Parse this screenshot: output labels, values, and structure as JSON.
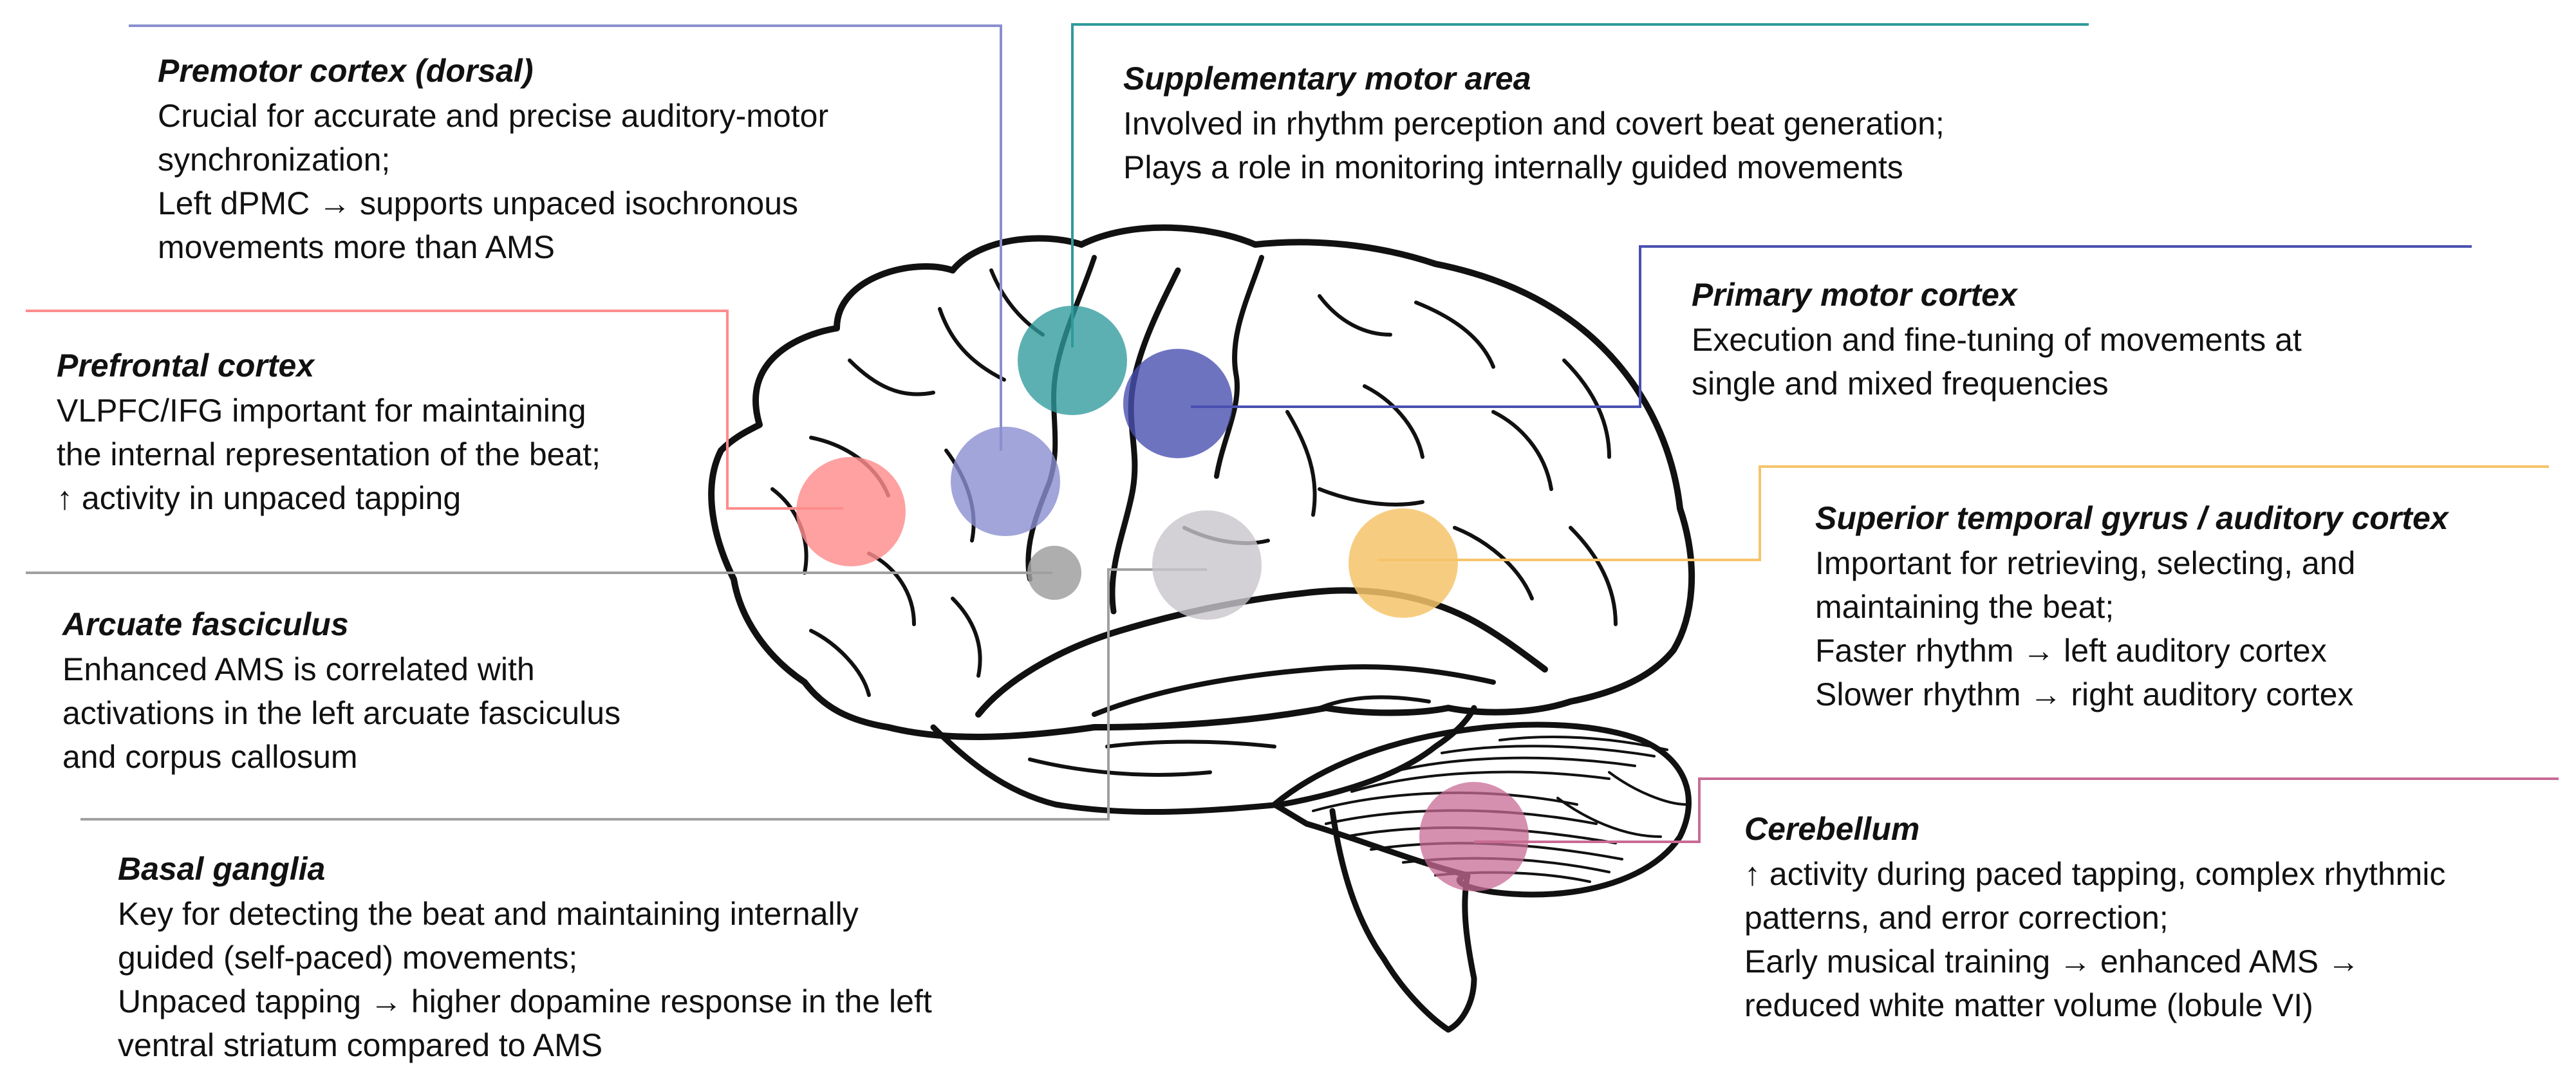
{
  "colors": {
    "premotor": "#8a8fcf",
    "sma": "#2f9a9c",
    "primary_motor": "#4a50b0",
    "prefrontal": "#ff8c8c",
    "superior_temporal": "#f5c46a",
    "arcuate": "#a0a0a0",
    "basal_ganglia": "#c9c5cc",
    "cerebellum": "#c86b94",
    "brain_outline": "#111111"
  },
  "regions": {
    "premotor": {
      "title": "Premotor cortex (dorsal)",
      "lines": [
        "Crucial for accurate and precise auditory-motor",
        "synchronization;",
        "Left dPMC → supports unpaced isochronous",
        "movements more than AMS"
      ]
    },
    "sma": {
      "title": "Supplementary motor area",
      "lines": [
        "Involved in rhythm perception and covert beat generation;",
        "Plays a role in monitoring internally guided movements"
      ]
    },
    "primary_motor": {
      "title": "Primary motor cortex",
      "lines": [
        "Execution and fine-tuning of movements at",
        "single and mixed frequencies"
      ]
    },
    "prefrontal": {
      "title": "Prefrontal cortex",
      "lines": [
        "VLPFC/IFG important for maintaining",
        "the internal representation of the beat;",
        "↑ activity in unpaced tapping"
      ]
    },
    "superior_temporal": {
      "title": "Superior temporal gyrus / auditory cortex",
      "lines": [
        "Important for retrieving, selecting, and",
        "maintaining the beat;",
        "Faster rhythm → left auditory cortex",
        "Slower rhythm → right auditory cortex"
      ]
    },
    "arcuate": {
      "title": "Arcuate fasciculus",
      "lines": [
        "Enhanced AMS is correlated with",
        "activations in the left arcuate fasciculus",
        "and corpus callosum"
      ]
    },
    "basal_ganglia": {
      "title": "Basal ganglia",
      "lines": [
        "Key for detecting the beat and maintaining internally",
        "guided (self-paced) movements;",
        "Unpaced tapping → higher dopamine response in the left",
        "ventral striatum compared to AMS"
      ]
    },
    "cerebellum": {
      "title": "Cerebellum",
      "lines": [
        "↑ activity during paced tapping, complex rhythmic",
        "patterns, and error correction;",
        "Early musical training → enhanced AMS →",
        "reduced white matter volume (lobule VI)"
      ]
    }
  }
}
